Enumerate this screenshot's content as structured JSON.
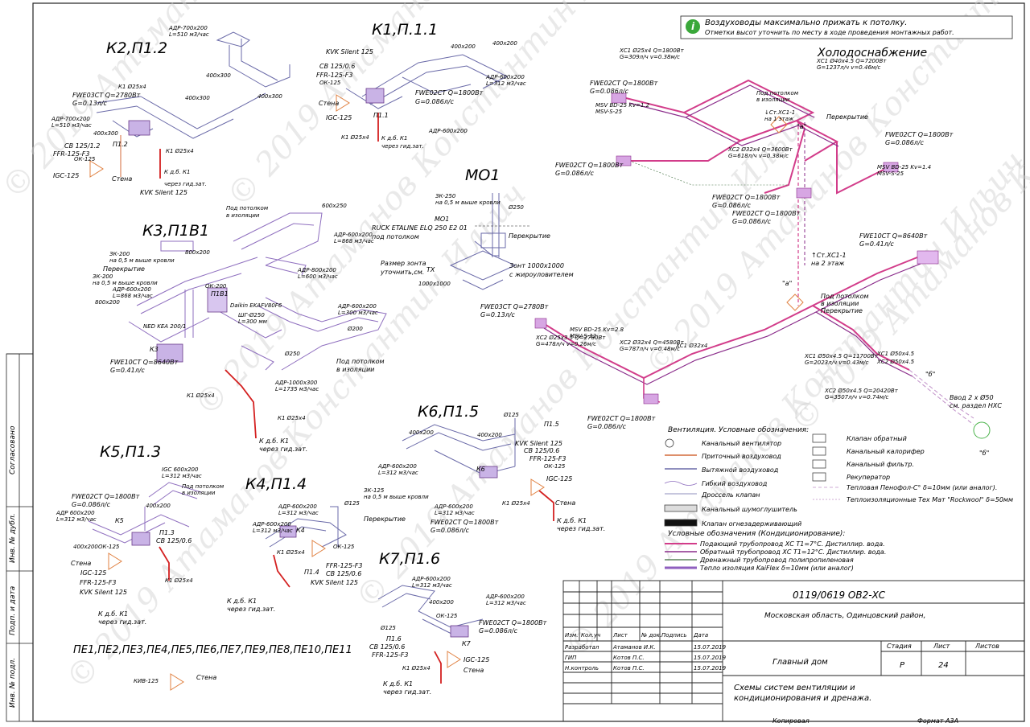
{
  "watermark": "© 2019 Атаманов Константин Ильич",
  "note": {
    "line1": "Воздуховоды максимально прижать к потолку.",
    "line2": "Отметки высот уточнить по месту в ходе проведения монтажных работ."
  },
  "section_titles": {
    "k2": "К2,П1.2",
    "k1": "К1,П.1.1",
    "mo1": "МО1",
    "cold": "Холодоснабжение",
    "k3": "К3,П1В1",
    "k6": "К6,П1.5",
    "k5": "К5,П1.3",
    "k4": "К4,П1.4",
    "k7": "К7,П1.6",
    "pe_list": "ПЕ1,ПЕ2,ПЕ3,ПЕ4,ПЕ5,ПЕ6,ПЕ7,ПЕ9,ПЕ8,ПЕ10,ПЕ11"
  },
  "k2_labels": {
    "adr": "АДР-700х200",
    "adr_l": "L=510 м3/час",
    "duct1": "400х300",
    "duct2": "400х300",
    "duct3": "400х300",
    "k1": "К1 Ø25х4",
    "fwe": "FWE03CT Q=2780Вт",
    "fwe_g": "G=0.13л/с",
    "adr2": "АДР-700х200",
    "adr2_l": "L=510 м3/час",
    "cb": "СВ 125/1.2",
    "ok": "ОК-125",
    "ffr": "FFR-125-F3",
    "igc": "IGC-125",
    "wall": "Стена",
    "kvk": "KVK Silent 125",
    "k1b": "К1 Ø25х4",
    "kd": "К д.б. К1",
    "kd2": "через гид.зат.",
    "p12": "П1.2"
  },
  "k1_labels": {
    "kvk": "KVK Silent 125",
    "cb": "СВ 125/0.6",
    "ffr": "FFR-125-F3",
    "ok": "ОК-125",
    "wall": "Стена",
    "igc": "IGC-125",
    "fwe": "FWE02CT Q=1800Вт",
    "fwe_g": "G=0.086л/с",
    "adr": "АДР-600х200",
    "adr_l": "L=312 м3/час",
    "adr2": "АДР-600х200",
    "duct1": "400х200",
    "duct2": "400х200",
    "k1": "К1 Ø25х4",
    "kd": "К д.б. К1",
    "kd2": "через гид.зат.",
    "p11": "П1.1"
  },
  "mo1_labels": {
    "zk": "ЗК-250",
    "zk2": "на 0,5 м выше кровли",
    "d250": "Ø250",
    "ruck": "RUCK ETALINE ELQ 250 E2 01",
    "ruck2": "под потолком",
    "mo1": "МО1",
    "floor": "Перекрытие",
    "size": "Размер зонта",
    "size2": "уточнить,см.",
    "tx": "ТХ",
    "zont": "Зонт 1000х1000",
    "zont2": "с жироуловителем",
    "dim": "1000х1000"
  },
  "k3_labels": {
    "pod1": "Под потолком",
    "pod2": "в изоляции",
    "duct": "600х250",
    "adr": "АДР-600х200",
    "adr_l": "L=868 м3/час",
    "zk1": "ЗК-200",
    "zk1b": "на 0,5 м выше кровли",
    "floor": "Перекрытие",
    "zk2": "ЗК-200",
    "zk2b": "на 0,5 м выше кровли",
    "adr2": "АДР-600х200",
    "adr2_l": "L=868 м3/час",
    "d1": "800х200",
    "d2": "800х200",
    "adr3": "АДР-800х200",
    "adr3_l": "L=600 м3/час",
    "p1v1": "П1В1",
    "daikin": "Daikin EKAFV80F6",
    "shf": "ШГ-Ø250",
    "l300": "L=300 мм",
    "ok": "ОК-200",
    "ned": "NED KEA 200/1",
    "k3": "К3",
    "fwe": "FWE10CT Q=8640Вт",
    "fwe_g": "G=0.41л/с",
    "adr4": "АДР-600х200",
    "adr4_l": "L=300 м3/час",
    "d200": "Ø200",
    "d250": "Ø250",
    "pod3": "Под потолком",
    "pod4": "в изоляции",
    "adr5": "АДР-1000х300",
    "adr5_l": "L=1735 м3/час",
    "k1": "К1 Ø25х4",
    "k1b": "К1 Ø25х4",
    "kd": "К д.б. К1",
    "kd2": "через гид.зат."
  },
  "cold_labels": {
    "fwe1": "FWE02CT Q=1800Вт",
    "fwe1_g": "G=0.086л/с",
    "msv1": "MSV BD-25 Kv=1.2",
    "msv1b": "MSV-S-25",
    "fwe2": "FWE02CT Q=1800Вт",
    "fwe2_g": "G=0.086л/с",
    "fwe3": "FWE02CT Q=1800Вт",
    "fwe3_g": "G=0.086л/с",
    "fwe4": "FWE02CT Q=1800Вт",
    "fwe4_g": "G=0.086л/с",
    "fwe5": "FWE02CT Q=1800Вт",
    "fwe5_g": "G=0.086л/с",
    "fwe6": "FWE10CT Q=8640Вт",
    "fwe6_g": "G=0.41л/с",
    "fwe7": "FWE03CT Q=2780Вт",
    "fwe7_g": "G=0.13л/с",
    "fwe8": "FWE02CT Q=1800Вт",
    "fwe8_g": "G=0.086л/с",
    "pod1": "Под потолком",
    "pod1b": "в изоляции",
    "cm1": "↓Ст.ХС1-1",
    "cm1b": "на 1 этаж",
    "floor": "Перекрытие",
    "a": "\"а\"",
    "cm2": "↑Ст.ХС1-1",
    "cm2b": "на 2 этаж",
    "b": "\"б\"",
    "vvod": "Ввод 2 х Ø50",
    "vvod2": "см. раздел НХС",
    "xc1": "ХС1 Ø40х4.5 Q=7200Вт",
    "xc1g": "G=1237л/ч v=0.46м/с",
    "xc2": "ХС1 Ø25х4 Q=1800Вт",
    "xc2g": "G=309л/ч v=0.38м/с",
    "xc3": "ХС2 Ø32х4 Q=3600Вт",
    "xc3g": "G=618л/ч v=0.38м/с",
    "xc4": "ХС1 Ø50х4.5 Q=11700Вт",
    "xc4g": "G=2023л/ч v=0.43м/с",
    "xc5": "ХС2 Ø50х4.5 Q=20420Вт",
    "xc5g": "G=3507л/ч v=0.74м/с",
    "xc6": "ХС2 Ø25х3.5 Q=2780Вт",
    "xc6g": "G=478л/ч v=0.26м/с",
    "xc7": "ХС2 Ø32х4 Q=4580Вт",
    "xc7g": "G=787л/ч v=0.48м/с",
    "msv2": "MSV BD-25 Kv=1.4",
    "msv2b": "MSV-S-25",
    "msv3": "MSV BD-25 Kv=2.8",
    "msv3b": "MSV-S-32",
    "xc8": "ХС1 Ø50х4.5",
    "xc9": "ХС2 Ø50х4.5",
    "xc10": "ХС1 Ø32х4"
  },
  "k6_labels": {
    "d125": "Ø125",
    "p15": "П1.5",
    "kvk": "KVK Silent 125",
    "cb": "СВ 125/0.6",
    "ffr": "FFR-125-F3",
    "ok": "ОК-125",
    "adr": "АДР-600х200",
    "adr_l": "L=312 м3/час",
    "duct1": "400х200",
    "duct2": "400х200",
    "k6": "К6",
    "igc": "IGC-125",
    "adr2": "АДР-600х200",
    "adr2_l": "L=312 м3/час",
    "fwe": "FWE02CT Q=1800Вт",
    "fwe_g": "G=0.086л/с",
    "k1": "К1 Ø25х4",
    "wall": "Стена",
    "kd": "К д.б. К1",
    "kd2": "через гид.зат."
  },
  "k5_labels": {
    "igc": "IGC 600х200",
    "igc_l": "L=312 м3/час",
    "pod1": "Под потолком",
    "pod2": "в изоляции",
    "fwe": "FWE02CT Q=1800Вт",
    "fwe_g": "G=0.086л/с",
    "adr": "АДР 600х200",
    "adr_l": "L=312 м3/час",
    "k5": "К5",
    "duct1": "400х200",
    "duct2": "400х200",
    "p13": "П1.3",
    "cb": "СВ 125/0.6",
    "ok": "ОК-125",
    "wall": "Стена",
    "igc2": "IGC-125",
    "ffr": "FFR-125-F3",
    "kvk": "KVK Silent 125",
    "k1": "К1 Ø25х4",
    "kd": "К д.б. К1",
    "kd2": "через гид.зат."
  },
  "k4_labels": {
    "adr": "АДР-600х200",
    "adr_l": "L=312 м3/час",
    "zk": "ЗК-125",
    "zk2": "на 0,5 м выше кровли",
    "adr2": "АДР-600х200",
    "adr2_l": "L=312 м3/час",
    "d125": "Ø125",
    "floor": "Перекрытие",
    "k4": "К4",
    "k1": "К1 Ø25х4",
    "ok": "ОК-125",
    "ffr": "FFR-125-F3",
    "cb": "СВ 125/0.6",
    "kvk": "KVK Silent 125",
    "p14": "П1.4",
    "kd": "К д.б. К1",
    "kd2": "через гид.зат.",
    "kiv": "КИВ-125",
    "wall": "Стена"
  },
  "k7_labels": {
    "adr": "АДР-600х200",
    "adr_l": "L=312 м3/час",
    "duct1": "400х200",
    "adr2": "АДР-600х200",
    "adr2_l": "L=312 м3/час",
    "ok": "ОК-125",
    "fwe": "FWE02CT Q=1800Вт",
    "fwe_g": "G=0.086л/с",
    "d125": "Ø125",
    "p16": "П1.6",
    "cb": "СВ 125/0.6",
    "ffr": "FFR-125-F3",
    "k7": "К7",
    "igc": "IGC-125",
    "wall": "Стена",
    "k1": "К1 Ø25х4",
    "kd": "К д.б. К1",
    "kd2": "через гид.зат."
  },
  "legend": {
    "title": "Вентиляция. Условные обозначения:",
    "left": [
      "Канальный вентилятор",
      "Приточный воздуховод",
      "Вытяжной воздуховод",
      "Гибкий воздуховод",
      "Дроссель клапан",
      "Канальный шумоглушитель",
      "Клапан огнезадерживающий"
    ],
    "right": [
      "Клапан обратный",
      "Канальный калорифер",
      "Канальный фильтр.",
      "Рекуператор",
      "Тепловая Пенофол-С° δ=10мм (или аналог).",
      "Теплоизоляционные Тех Мат \"Rockwool\" δ=50мм"
    ],
    "title2": "Условные обозначения (Кондиционирование):",
    "cond": [
      "Подающий трубопровод ХС  Т1=7°С. Дистиллир. вода.",
      "Обратный трубопровод ХС  Т1=12°С. Дистиллир. вода.",
      "Дренажный трубопровод полипропиленовая",
      "Тепло изоляция KaiFlex δ=10мм (или аналог)"
    ],
    "colors": {
      "supply": "#d23c8a",
      "return": "#8a2b8a",
      "drain": "#3a6a3a",
      "insul": "#8f5fbf",
      "red": "#d42020",
      "duct": "#6a6aa8"
    }
  },
  "titleblock": {
    "code": "0119/0619 ОВ2-ХС",
    "location": "Московская область, Одинцовский район,",
    "hdr": [
      "Изм.",
      "Кол.уч",
      "Лист",
      "№ док.",
      "Подпись",
      "Дата"
    ],
    "rows": [
      {
        "role": "Разработал",
        "name": "Атаманов И.К.",
        "date": "15.07.2019"
      },
      {
        "role": "ГИП",
        "name": "Котов П.С.",
        "date": "15.07.2019"
      },
      {
        "role": "Н.контроль",
        "name": "Котов П.С.",
        "date": "15.07.2019"
      }
    ],
    "building": "Главный дом",
    "stage_h": "Стадия",
    "sheet_h": "Лист",
    "sheets_h": "Листов",
    "stage": "Р",
    "sheet": "24",
    "desc1": "Схемы систем вентиляции и",
    "desc2": "кондиционирования и дренажа.",
    "copied": "Копировал",
    "format": "Формат А3А"
  },
  "side_stamp": {
    "agreed": "Согласовано",
    "inv_dup": "Инв. № дубл.",
    "sign_date": "Подп. и дата",
    "inv_orig": "Инв. № подл."
  }
}
